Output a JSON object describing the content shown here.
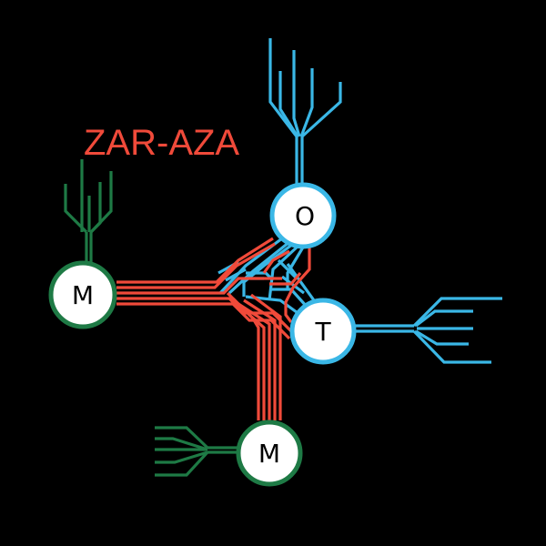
{
  "title": "ZAR-AZA",
  "nodes": {
    "left": {
      "label": "M"
    },
    "top": {
      "label": "O"
    },
    "right": {
      "label": "T"
    },
    "bottom": {
      "label": "M"
    }
  },
  "colors": {
    "background": "#000000",
    "red": "#f04a3a",
    "blue": "#3ab7e6",
    "green": "#1e7a45",
    "node_fill": "#ffffff",
    "node_text": "#000000"
  }
}
